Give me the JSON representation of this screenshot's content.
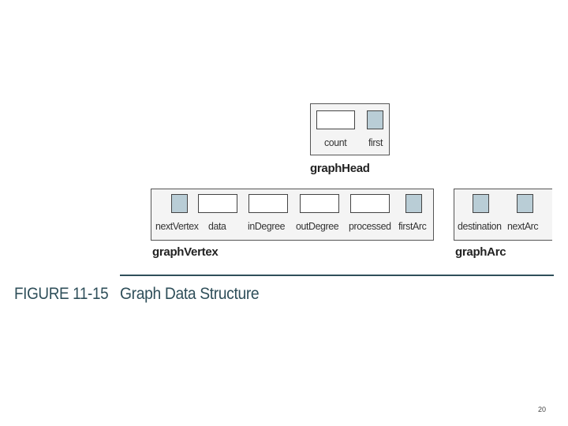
{
  "graph_head": {
    "title": "graphHead",
    "fields": [
      "count",
      "first"
    ]
  },
  "graph_vertex": {
    "title": "graphVertex",
    "fields": [
      "nextVertex",
      "data",
      "inDegree",
      "outDegree",
      "processed",
      "firstArc"
    ]
  },
  "graph_arc": {
    "title": "graphArc",
    "fields": [
      "destination",
      "nextArc"
    ]
  },
  "caption": {
    "figure": "FIGURE 11-15",
    "title": "Graph Data Structure"
  },
  "page_number": "20",
  "colors": {
    "pointer_field": "#b9cdd6",
    "value_field": "#ffffff",
    "panel": "#f4f4f4",
    "caption": "#2f4f5a"
  }
}
